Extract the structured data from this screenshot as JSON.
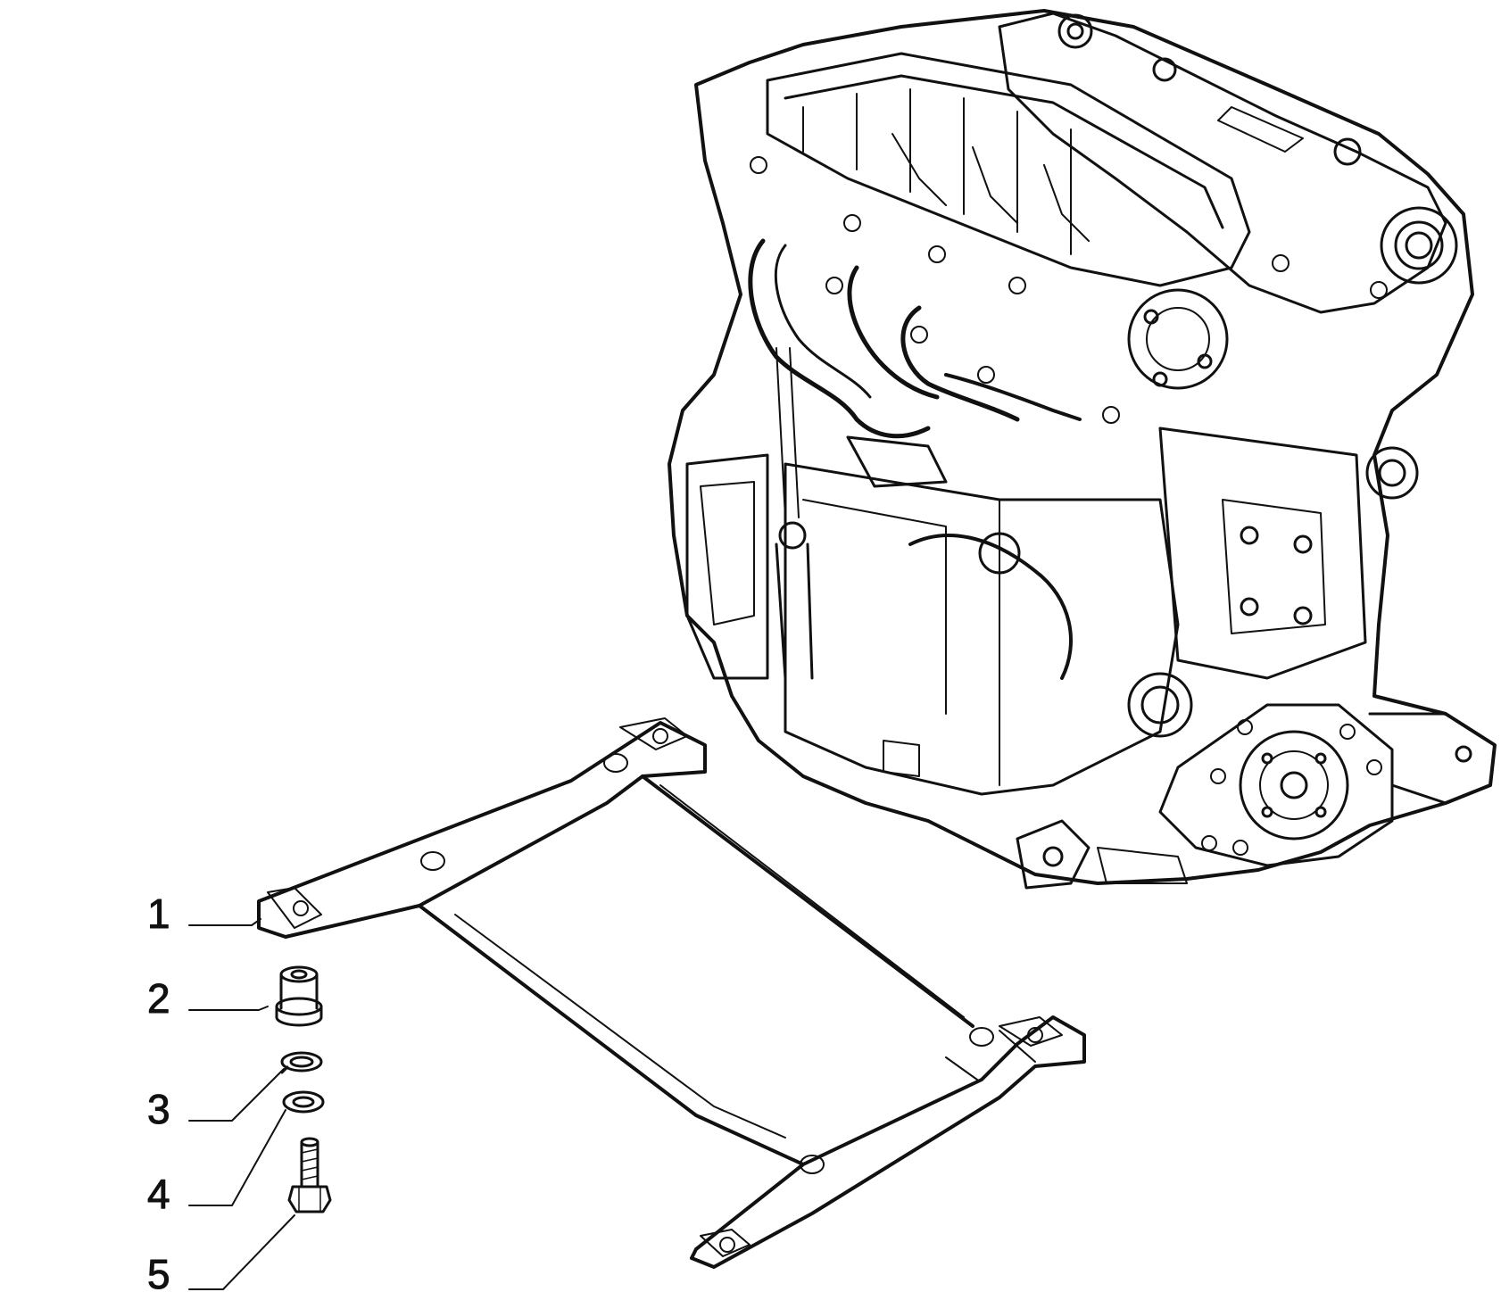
{
  "callouts": [
    {
      "number": "1"
    },
    {
      "number": "2"
    },
    {
      "number": "3"
    },
    {
      "number": "4"
    },
    {
      "number": "5"
    }
  ],
  "colors": {
    "line": "#111111",
    "fill": "#ffffff"
  }
}
